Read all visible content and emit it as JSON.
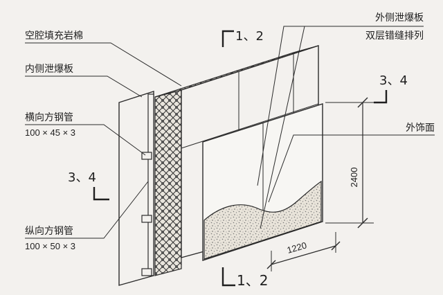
{
  "labels": {
    "cavity_fill": "空腔填充岩棉",
    "inner_panel": "内侧泄爆板",
    "horizontal_tube": "横向方钢管",
    "horizontal_tube_size": "100 × 45 × 3",
    "vertical_tube": "纵向方钢管",
    "vertical_tube_size": "100 × 50 × 3",
    "outer_panel_line1": "外侧泄爆板",
    "outer_panel_line2": "双层错缝排列",
    "facade": "外饰面"
  },
  "dimensions": {
    "height": "2400",
    "width": "1220"
  },
  "sections": {
    "sec_12_top": "1、2",
    "sec_12_bottom": "1、2",
    "sec_34_right": "3、4",
    "sec_34_left": "3、4"
  },
  "colors": {
    "background": "#f3f1ee",
    "line": "#2a2a2a",
    "fill_speckle": "#cfc7b8"
  }
}
